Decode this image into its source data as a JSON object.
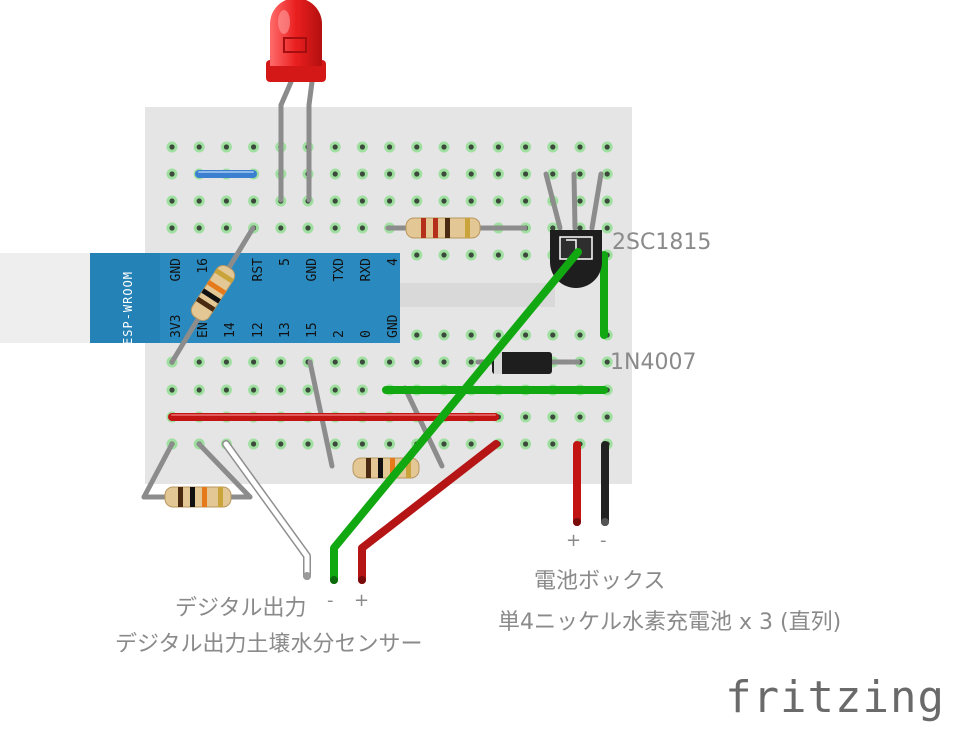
{
  "labels": {
    "transistor": "2SC1815",
    "diode": "1N4007",
    "battery_plus": "+",
    "battery_minus": "-",
    "battery_box": "電池ボックス",
    "battery_desc": "単4ニッケル水素充電池 x 3 (直列)",
    "sensor_output": "デジタル出力",
    "sensor_minus": "-",
    "sensor_plus": "+",
    "sensor_name": "デジタル出力土壌水分センサー",
    "brand": "fritzing"
  },
  "module": {
    "name": "ESP-WROOM",
    "top_pins": [
      "GND",
      "16",
      "RST",
      "5",
      "GND",
      "TXD",
      "RXD",
      "4"
    ],
    "bottom_pins": [
      "3V3",
      "EN",
      "14",
      "12",
      "13",
      "15",
      "2",
      "0",
      "GND"
    ]
  },
  "colors": {
    "breadboard": "#e5e5e5",
    "hole_ring": "#9fdf9f",
    "hole_center": "#3c4a3c",
    "module": "#2a8abf",
    "led": "#ea1f1f",
    "wire_red": "#c31414",
    "wire_green": "#12a812",
    "wire_blue": "#3a7fd0",
    "wire_black": "#222222",
    "lead_gray": "#8c8c8c",
    "resistor_body": "#e3c795",
    "label_gray": "#8a8a8a"
  }
}
